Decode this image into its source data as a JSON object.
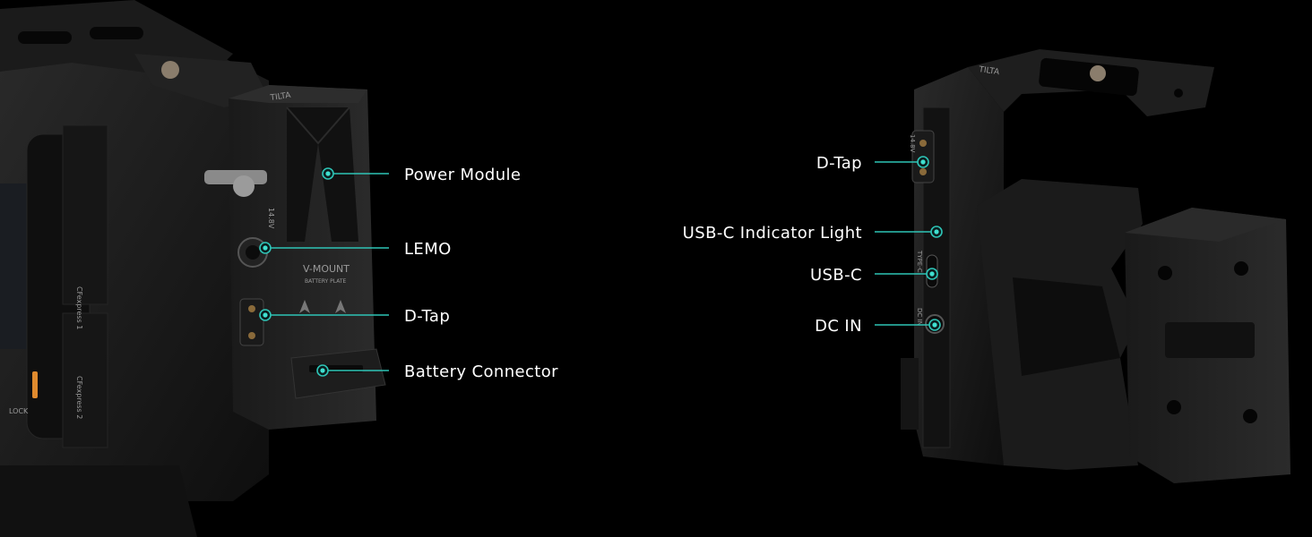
{
  "product_images": {
    "left": {
      "name": "camera-with-battery-plate",
      "engraving": {
        "plate": "V-MOUNT",
        "sub": "BATTERY PLATE",
        "voltage": "14.8V",
        "brand": "TILTA",
        "cf1": "CFexpress 1",
        "cf2": "CFexpress 2",
        "lock": "LOCK"
      }
    },
    "right": {
      "name": "power-module",
      "engraving": {
        "brand": "TILTA",
        "port1": "14.8V",
        "port2": "TYPE-C",
        "port3": "DC IN"
      }
    }
  },
  "callouts_left": [
    {
      "label": "Power Module"
    },
    {
      "label": "LEMO"
    },
    {
      "label": "D-Tap"
    },
    {
      "label": "Battery Connector"
    }
  ],
  "callouts_right": [
    {
      "label": "D-Tap"
    },
    {
      "label": "USB-C Indicator Light"
    },
    {
      "label": "USB-C"
    },
    {
      "label": "DC IN"
    }
  ],
  "colors": {
    "background": "#000000",
    "accent": "#2ec4b6",
    "label": "#ffffff"
  }
}
